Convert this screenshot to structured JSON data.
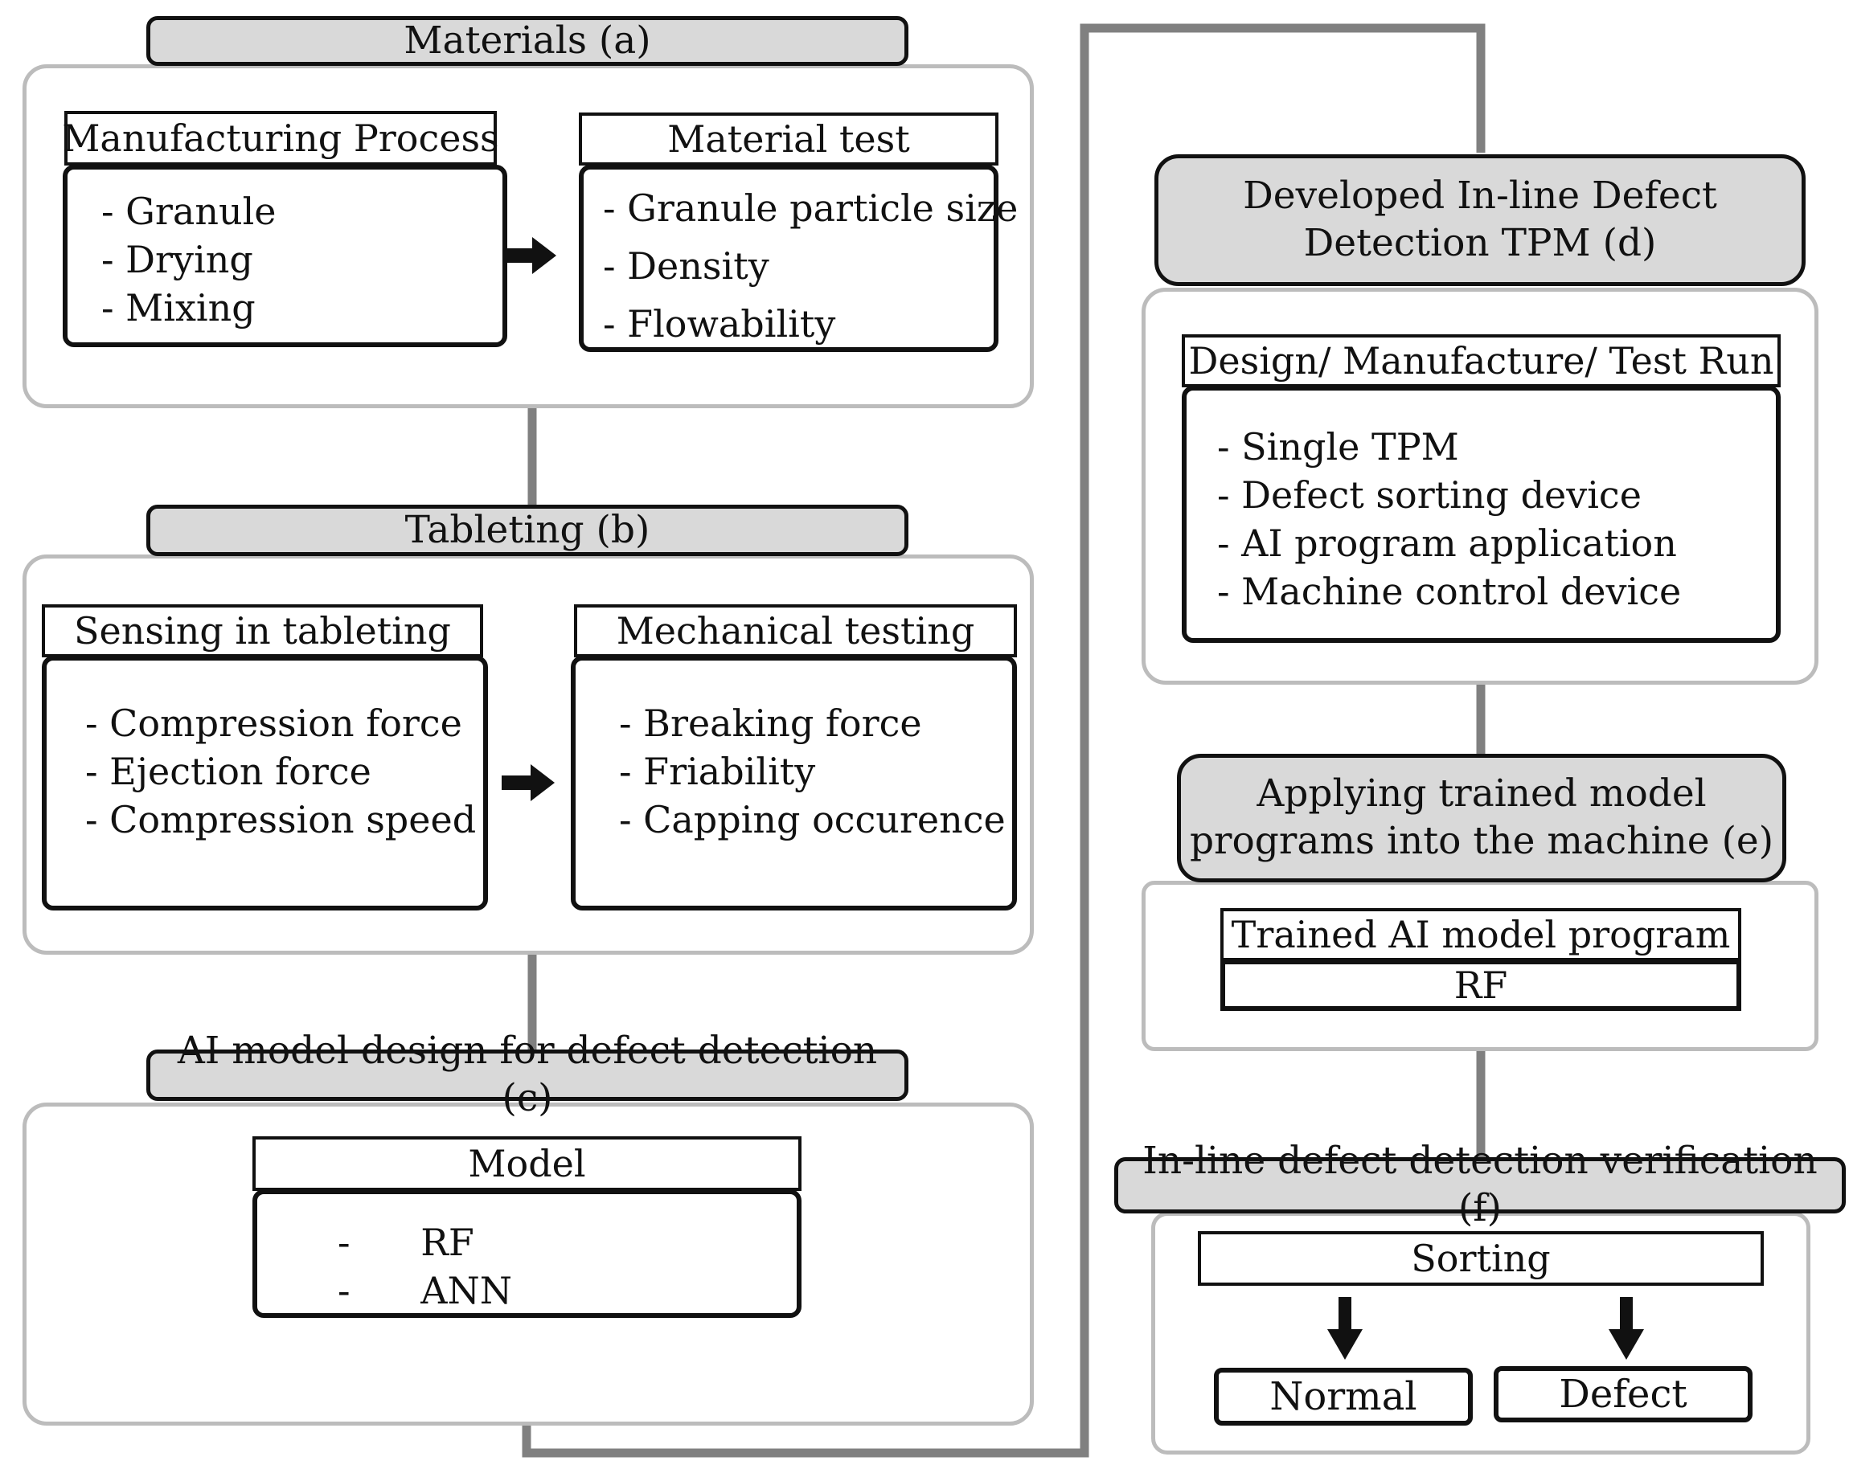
{
  "materials": {
    "header": "Materials (a)",
    "process_label": "Manufacturing Process",
    "process_items": [
      "- Granule",
      "- Drying",
      "- Mixing"
    ],
    "test_label": "Material test",
    "test_items": [
      "- Granule particle size",
      "- Density",
      "- Flowability"
    ]
  },
  "tableting": {
    "header": "Tableting (b)",
    "sensing_label": "Sensing in tableting",
    "sensing_items": [
      "- Compression force",
      "- Ejection force",
      "- Compression speed"
    ],
    "mech_label": "Mechanical testing",
    "mech_items": [
      "- Breaking force",
      "- Friability",
      "- Capping occurence"
    ]
  },
  "ai_design": {
    "header": "AI model design for defect detection (c)",
    "model_label": "Model",
    "model_items": [
      "-      RF",
      "-      ANN"
    ]
  },
  "tpm": {
    "header_line1": "Developed In-line Defect",
    "header_line2": "Detection TPM (d)",
    "label": "Design/ Manufacture/ Test Run",
    "items": [
      "- Single TPM",
      "- Defect sorting device",
      "- AI program application",
      "- Machine control device"
    ]
  },
  "applying": {
    "header_line1": "Applying trained model",
    "header_line2": "programs into the machine (e)",
    "label": "Trained AI model program",
    "value": "RF"
  },
  "verification": {
    "header": "In-line defect detection verification (f)",
    "sorting_label": "Sorting",
    "normal_label": "Normal",
    "defect_label": "Defect"
  },
  "colors": {
    "header_fill": "#d9d9d9",
    "section_border": "#bcbcbc",
    "connector": "#808080",
    "box_border": "#111111"
  }
}
